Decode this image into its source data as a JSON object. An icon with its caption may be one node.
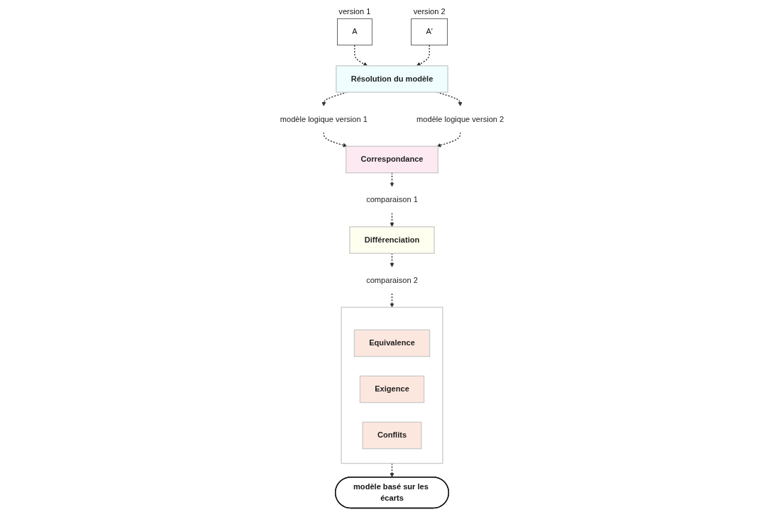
{
  "diagram": {
    "nodes": [
      {
        "text": [
          "A"
        ],
        "beside": [
          "version 1"
        ]
      },
      {
        "text": [
          "A'"
        ],
        "beside": [
          "version 2"
        ]
      },
      {
        "text": [
          "Résolution du modèle"
        ]
      },
      {
        "text": [
          "modèle logique version 1"
        ]
      },
      {
        "text": [
          "modèle logique version 2"
        ]
      },
      {
        "text": [
          "Correspondance"
        ]
      },
      {
        "text": [
          "comparaison 1"
        ]
      },
      {
        "text": [
          "Différenciation"
        ]
      },
      {
        "text": [
          "comparaison 2"
        ]
      },
      {
        "text": [],
        "shape": "box"
      },
      {
        "text": [
          "Equivalence"
        ],
        "in": 9
      },
      {
        "text": [
          "Exigence"
        ],
        "in": 9
      },
      {
        "text": [
          "Conflits"
        ],
        "in": 9
      },
      {
        "text": [
          "modèle basé sur les écarts"
        ]
      }
    ],
    "edges": [
      {
        "from": 0,
        "to": 2,
        "arrow": "to",
        "style": "dashed"
      },
      {
        "from": 1,
        "to": 2,
        "arrow": "to",
        "style": "dashed"
      },
      {
        "from": 2,
        "to": 3,
        "arrow": "to",
        "style": "dashed"
      },
      {
        "from": 2,
        "to": 4,
        "arrow": "to",
        "style": "dashed"
      },
      {
        "from": 3,
        "to": 5,
        "arrow": "to",
        "style": "dashed"
      },
      {
        "from": 4,
        "to": 5,
        "arrow": "to",
        "style": "dashed"
      },
      {
        "from": 5,
        "to": 6,
        "arrow": "to",
        "style": "dashed"
      },
      {
        "from": 6,
        "to": 7,
        "arrow": "to",
        "style": "dashed"
      },
      {
        "from": 7,
        "to": 8,
        "arrow": "to",
        "style": "dashed"
      },
      {
        "from": 8,
        "to": 9,
        "arrow": "to",
        "style": "dashed"
      },
      {
        "from": 9,
        "to": 13,
        "arrow": "to",
        "style": "dashed"
      }
    ]
  }
}
